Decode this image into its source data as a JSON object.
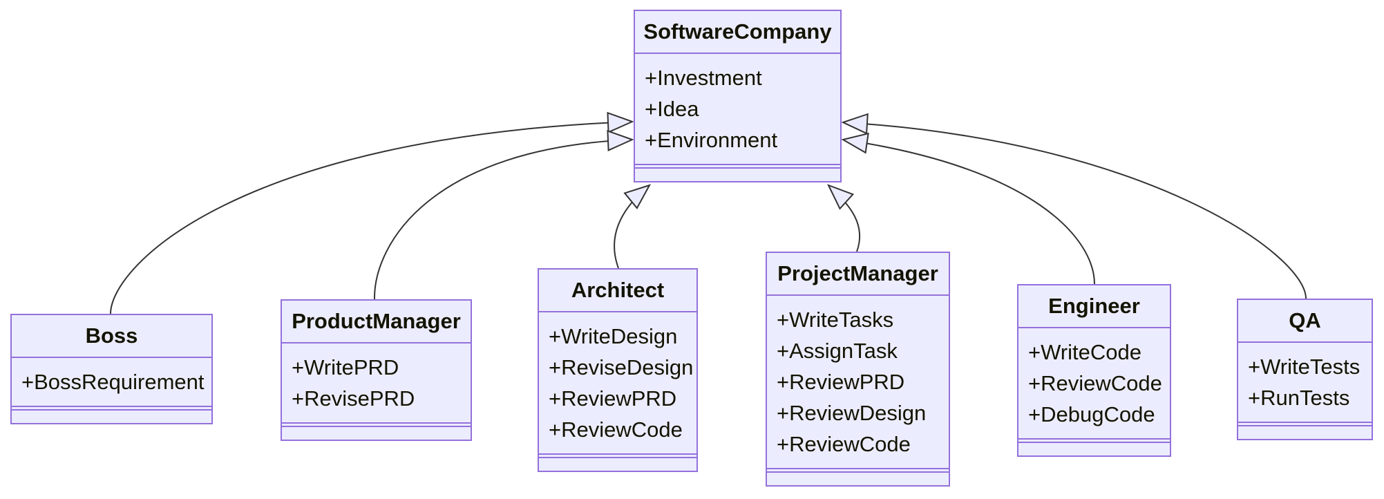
{
  "diagram": {
    "kind": "uml-class-diagram",
    "colors": {
      "node_fill": "#ECECFF",
      "node_border": "#9370DB",
      "edge_stroke": "#333333",
      "text": "#131300",
      "background": "#ffffff"
    },
    "classes": [
      {
        "name": "SoftwareCompany",
        "attributes": [
          "+Investment",
          "+Idea",
          "+Environment"
        ],
        "methods": []
      },
      {
        "name": "Boss",
        "attributes": [
          "+BossRequirement"
        ],
        "methods": []
      },
      {
        "name": "ProductManager",
        "attributes": [
          "+WritePRD",
          "+RevisePRD"
        ],
        "methods": []
      },
      {
        "name": "Architect",
        "attributes": [
          "+WriteDesign",
          "+ReviseDesign",
          "+ReviewPRD",
          "+ReviewCode"
        ],
        "methods": []
      },
      {
        "name": "ProjectManager",
        "attributes": [
          "+WriteTasks",
          "+AssignTask",
          "+ReviewPRD",
          "+ReviewDesign",
          "+ReviewCode"
        ],
        "methods": []
      },
      {
        "name": "Engineer",
        "attributes": [
          "+WriteCode",
          "+ReviewCode",
          "+DebugCode"
        ],
        "methods": []
      },
      {
        "name": "QA",
        "attributes": [
          "+WriteTests",
          "+RunTests"
        ],
        "methods": []
      }
    ],
    "relationships": [
      {
        "from": "Boss",
        "to": "SoftwareCompany",
        "type": "inheritance"
      },
      {
        "from": "ProductManager",
        "to": "SoftwareCompany",
        "type": "inheritance"
      },
      {
        "from": "Architect",
        "to": "SoftwareCompany",
        "type": "inheritance"
      },
      {
        "from": "ProjectManager",
        "to": "SoftwareCompany",
        "type": "inheritance"
      },
      {
        "from": "Engineer",
        "to": "SoftwareCompany",
        "type": "inheritance"
      },
      {
        "from": "QA",
        "to": "SoftwareCompany",
        "type": "inheritance"
      }
    ]
  }
}
